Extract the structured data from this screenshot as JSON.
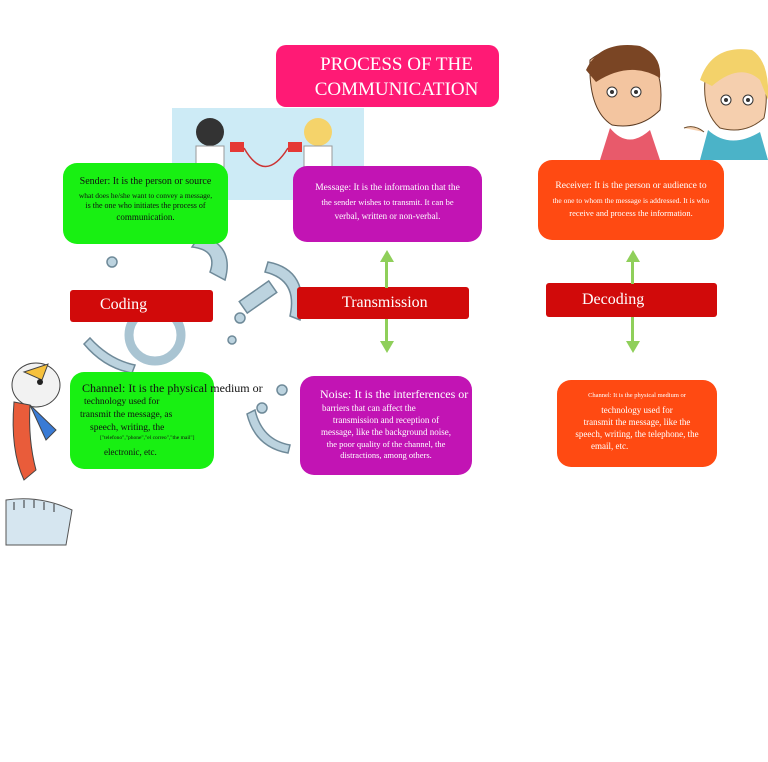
{
  "title": {
    "line1": "PROCESS OF THE",
    "line2": "COMMUNICATION"
  },
  "sender": {
    "line1": "Sender: It is the person or source",
    "line2": "what does he/she want to convey a message,",
    "line3": "is the one who initiates the process of",
    "line4": "communication."
  },
  "message": {
    "line1": "Message: It is the information that the",
    "line2": "the sender wishes to transmit. It can be",
    "line3": "verbal, written or non-verbal."
  },
  "receiver": {
    "line1": "Receiver: It is the person or audience to",
    "line2": "the one to whom the message is addressed. It is who",
    "line3": "receive and process the information."
  },
  "labels": {
    "coding": "Coding",
    "transmission": "Transmission",
    "decoding": "Decoding"
  },
  "channel_left": {
    "line1": "Channel: It is the physical medium or",
    "line2": "technology used for",
    "line3": "transmit the message, as",
    "line4": "speech, writing, the",
    "line5": "[\"telefono\",\"phone\",\"el correo\",\"the mail\"]",
    "line6": "electronic, etc."
  },
  "noise": {
    "line1": "Noise: It is the interferences or",
    "line2": "barriers that can affect the",
    "line3": "transmission and reception of",
    "line4": "message, like the background noise,",
    "line5": "the poor quality of the channel, the",
    "line6": "distractions, among others."
  },
  "channel_right": {
    "line1": "Channel: It is the physical medium or",
    "line2": "technology used for",
    "line3": "transmit the message, like the",
    "line4": "speech, writing, the telephone, the",
    "line5": "email, etc."
  },
  "colors": {
    "title": "#ff1a75",
    "green": "#18f012",
    "magenta": "#c214b4",
    "orange": "#ff4a12",
    "label_red": "#d10a0a",
    "arrow": "#8fcf5a"
  }
}
